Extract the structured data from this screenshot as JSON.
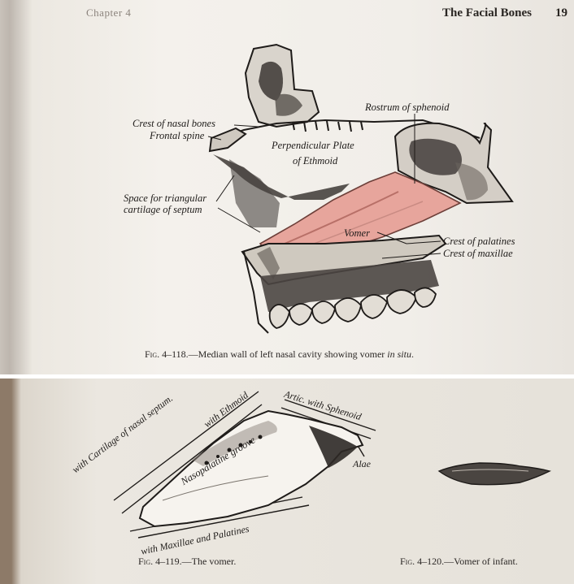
{
  "header": {
    "chapter": "Chapter 4",
    "section_title": "The Facial Bones",
    "page_number": "19"
  },
  "figure_118": {
    "labels": {
      "crest_nasal_bones": "Crest of nasal bones",
      "frontal_spine": "Frontal spine",
      "perpendicular_plate_1": "Perpendicular Plate",
      "perpendicular_plate_2": "of Ethmoid",
      "rostrum_sphenoid": "Rostrum of sphenoid",
      "space_triangular_1": "Space for triangular",
      "space_triangular_2": "cartilage of septum",
      "vomer": "Vomer",
      "crest_palatines": "Crest of palatines",
      "crest_maxillae": "Crest of maxillae"
    },
    "caption_fig": "Fig. 4–118.",
    "caption_text": "—Median wall of left nasal cavity showing vomer",
    "caption_italic": "in situ",
    "caption_end": "."
  },
  "figure_119": {
    "labels": {
      "with_cartilage": "with Cartilage of nasal septum.",
      "with_ethmoid": "with Ethmoid",
      "artic_sphenoid": "Artic. with Sphenoid",
      "alae": "Alae",
      "nasopalatine_groove": "Nasopalatine groove",
      "with_maxillae": "with Maxillae and Palatines"
    },
    "caption_fig": "Fig. 4–119.",
    "caption_text": "—The vomer."
  },
  "figure_120": {
    "caption_fig": "Fig. 4–120.",
    "caption_text": "—Vomer of infant."
  },
  "colors": {
    "vomer_fill": "#e7a59c",
    "ink": "#1e1b19",
    "paper": "#f2efea"
  }
}
